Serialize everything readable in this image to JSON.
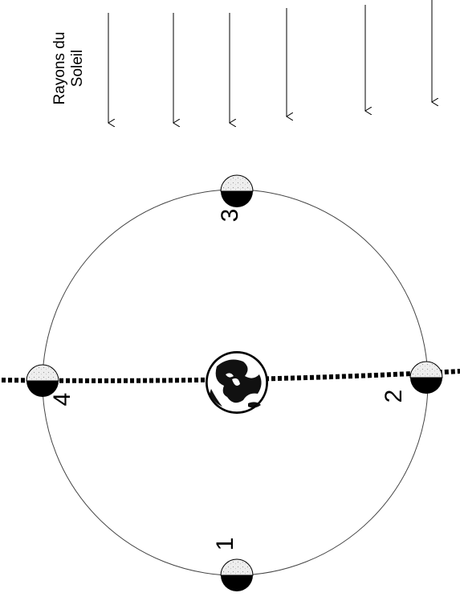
{
  "sun_rays_label": {
    "line1": "Rayons du",
    "line2": "Soleil"
  },
  "sun_ray_count": 6,
  "moon_positions": [
    {
      "id": "1",
      "label": "1"
    },
    {
      "id": "2",
      "label": "2"
    },
    {
      "id": "3",
      "label": "3"
    },
    {
      "id": "4",
      "label": "4"
    }
  ],
  "colors": {
    "line": "#000000",
    "orbit": "#444444",
    "moon_light": "#eeeeee",
    "moon_dark": "#000000",
    "background": "#ffffff"
  },
  "icons": {
    "earth": "earth-globe-icon",
    "moon": "moon-phase-icon",
    "ray": "arrow-down-icon"
  }
}
